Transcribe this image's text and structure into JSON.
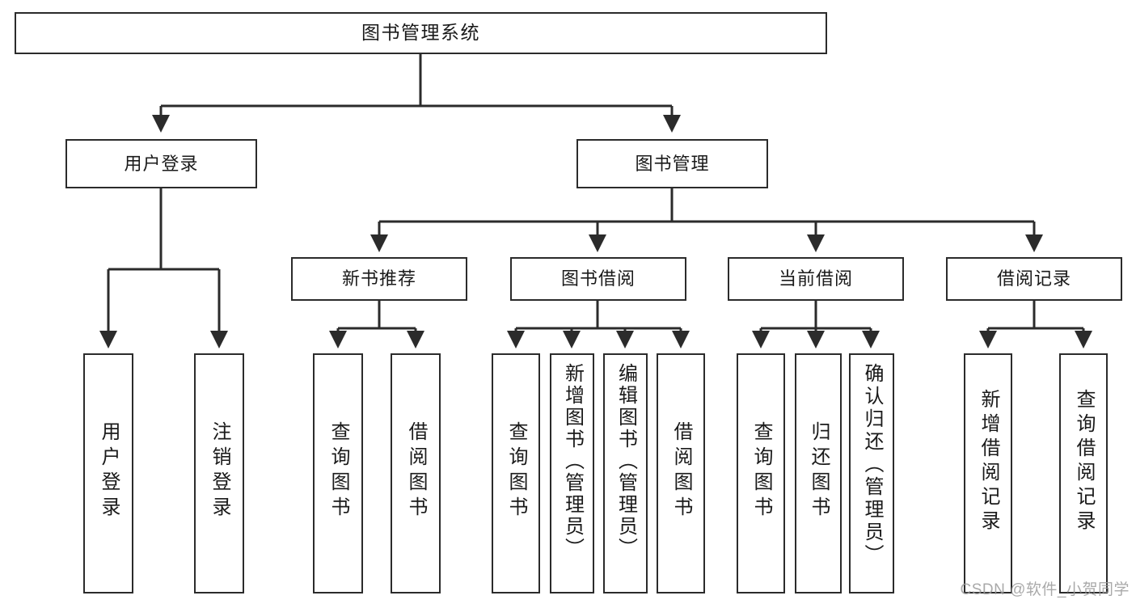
{
  "diagram": {
    "title": "图书管理系统",
    "type": "tree",
    "watermark": "CSDN @软件_小贺同学",
    "colors": {
      "stroke": "#2b2b2b",
      "fill": "#ffffff",
      "text": "#1a1a1a",
      "watermark": "#9b9b9b"
    },
    "root": {
      "label": "图书管理系统"
    },
    "level2": [
      {
        "label": "用户登录"
      },
      {
        "label": "图书管理"
      }
    ],
    "level3": [
      {
        "label": "新书推荐"
      },
      {
        "label": "图书借阅"
      },
      {
        "label": "当前借阅"
      },
      {
        "label": "借阅记录"
      }
    ],
    "leaves": {
      "user_login": [
        {
          "label": "用户登录"
        },
        {
          "label": "注销登录"
        }
      ],
      "new_book": [
        {
          "label": "查询图书"
        },
        {
          "label": "借阅图书"
        }
      ],
      "book_borrow": [
        {
          "label": "查询图书"
        },
        {
          "label": "新增图书（管理员）"
        },
        {
          "label": "编辑图书（管理员）"
        },
        {
          "label": "借阅图书"
        }
      ],
      "current_borrow": [
        {
          "label": "查询图书"
        },
        {
          "label": "归还图书"
        },
        {
          "label": "确认归还（管理员）"
        }
      ],
      "borrow_record": [
        {
          "label": "新增借阅记录"
        },
        {
          "label": "查询借阅记录"
        }
      ]
    }
  }
}
